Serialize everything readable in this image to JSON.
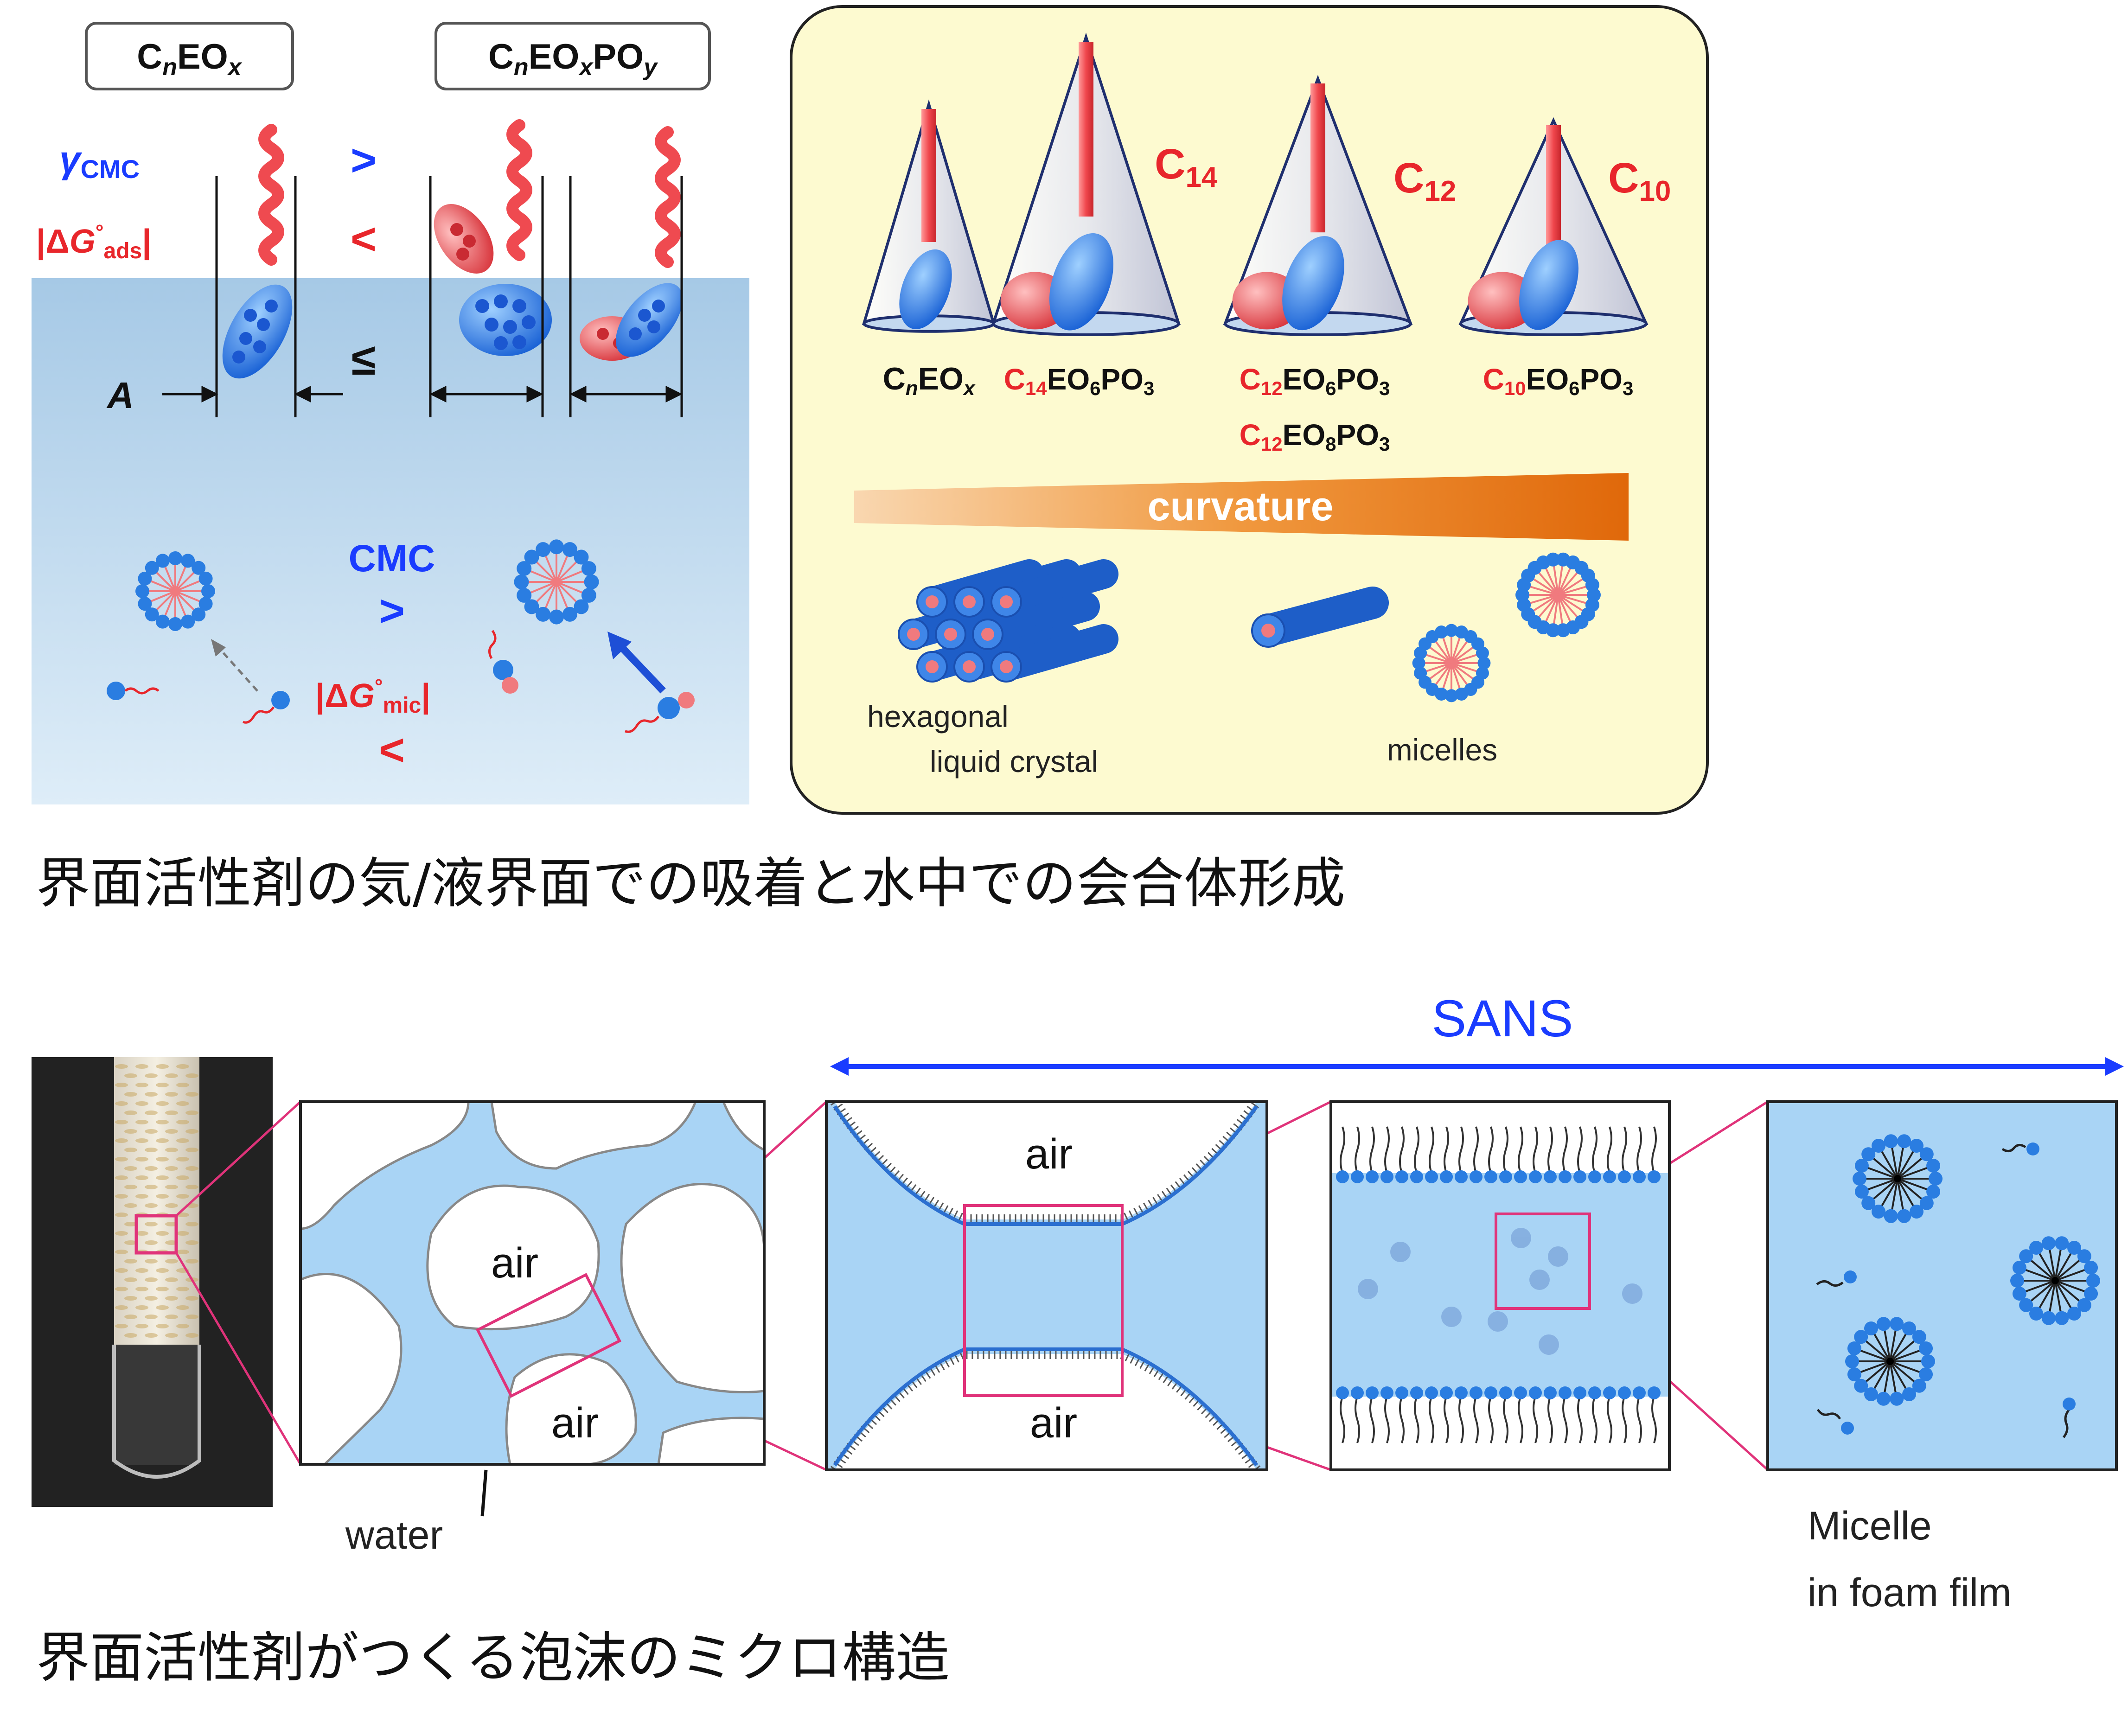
{
  "top_left": {
    "box1_label": {
      "main": "C",
      "sub1": "n",
      "mid": "EO",
      "sub2": "x"
    },
    "box2_label": {
      "main": "C",
      "sub1": "n",
      "mid": "EO",
      "sub2": "x",
      "mid2": "PO",
      "sub3": "y"
    },
    "gamma": {
      "sym": "γ",
      "sub": "CMC"
    },
    "dg_ads": {
      "pre": "|Δ",
      "g": "G",
      "sup": "°",
      "sub": "ads",
      "post": "|"
    },
    "cmp_gt": ">",
    "cmp_lt": "<",
    "cmp_le": "≤",
    "area_label": "A",
    "cmc_label": "CMC",
    "cmc_cmp": ">",
    "dg_mic": {
      "pre": "|Δ",
      "g": "G",
      "sup": "°",
      "sub": "mic",
      "post": "|"
    },
    "mic_cmp": "<"
  },
  "top_right": {
    "cones": [
      {
        "name": {
          "a": "C",
          "b": "n",
          "c": "EO",
          "d": "x"
        }
      },
      {
        "tag": {
          "c": "C",
          "s": "14"
        },
        "name": {
          "a": "C",
          "b": "14",
          "c": "EO",
          "d": "6",
          "e": "PO",
          "f": "3"
        }
      },
      {
        "tag": {
          "c": "C",
          "s": "12"
        },
        "name": {
          "a": "C",
          "b": "12",
          "c": "EO",
          "d": "6",
          "e": "PO",
          "f": "3"
        },
        "name2": {
          "a": "C",
          "b": "12",
          "c": "EO",
          "d": "8",
          "e": "PO",
          "f": "3"
        }
      },
      {
        "tag": {
          "c": "C",
          "s": "10"
        },
        "name": {
          "a": "C",
          "b": "10",
          "c": "EO",
          "d": "6",
          "e": "PO",
          "f": "3"
        }
      }
    ],
    "curvature_label": "curvature",
    "hexagonal_line1": "hexagonal",
    "hexagonal_line2": "liquid crystal",
    "micelles_label": "micelles"
  },
  "caption_top": "界面活性剤の気/液界面での吸着と水中での会合体形成",
  "bottom": {
    "sans_label": "SANS",
    "air1": "air",
    "air2": "air",
    "water_label": "water",
    "film_air_top": "air",
    "film_air_bottom": "air",
    "micelle_line1": "Micelle",
    "micelle_line2": "in foam film"
  },
  "caption_bottom": "界面活性剤がつくる泡沫のミクロ構造",
  "colors": {
    "blue": "#1a3cff",
    "red": "#e8262b",
    "water": "#a9d4f5",
    "panel_yellow": "#fdfad0",
    "orange": "#e8740f",
    "magenta": "#e0337a"
  }
}
